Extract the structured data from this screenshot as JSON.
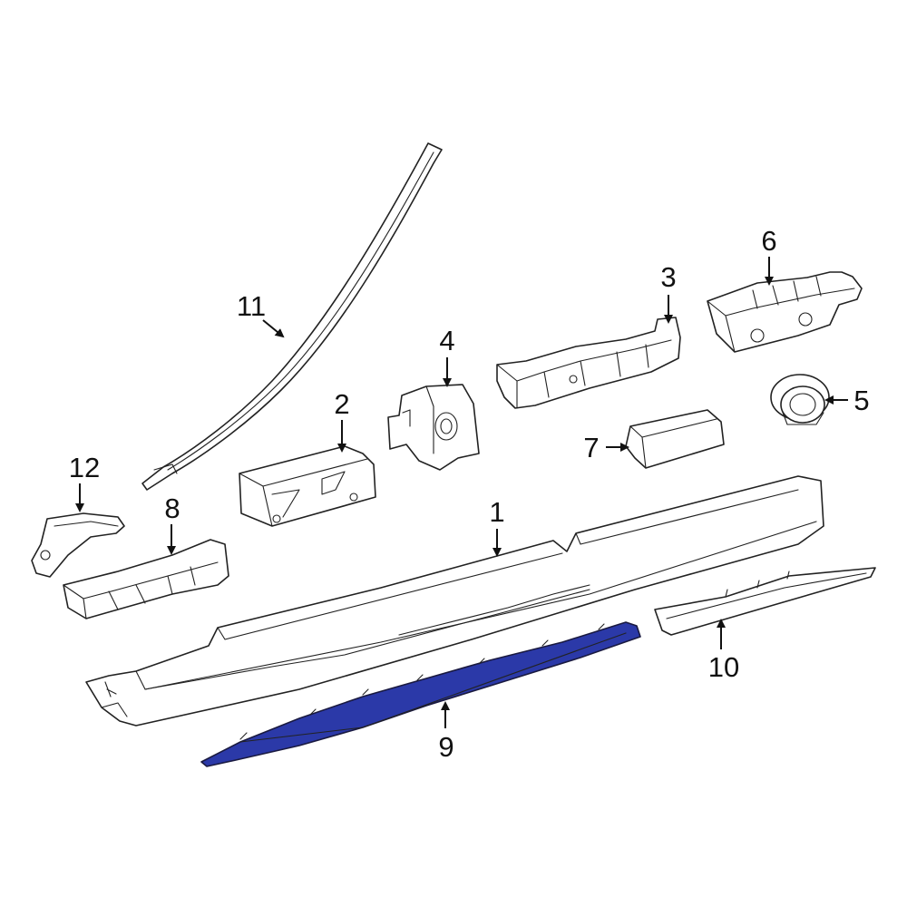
{
  "diagram": {
    "highlight_color": "#2b39a8",
    "callouts": [
      {
        "id": "1",
        "label": "1"
      },
      {
        "id": "2",
        "label": "2"
      },
      {
        "id": "3",
        "label": "3"
      },
      {
        "id": "4",
        "label": "4"
      },
      {
        "id": "5",
        "label": "5"
      },
      {
        "id": "6",
        "label": "6"
      },
      {
        "id": "7",
        "label": "7"
      },
      {
        "id": "8",
        "label": "8"
      },
      {
        "id": "9",
        "label": "9"
      },
      {
        "id": "10",
        "label": "10"
      },
      {
        "id": "11",
        "label": "11"
      },
      {
        "id": "12",
        "label": "12"
      }
    ]
  }
}
